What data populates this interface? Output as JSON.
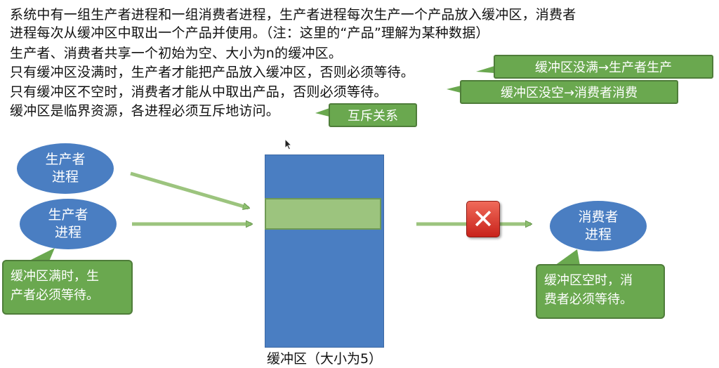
{
  "text": {
    "line1": "系统中有一组生产者进程和一组消费者进程，生产者进程每次生产一个产品放入缓冲区，消费者",
    "line2": "进程每次从缓冲区中取出一个产品并使用。（注：这里的“产品”理解为某种数据）",
    "line3": "生产者、消费者共享一个初始为空、大小为n的缓冲区。",
    "line4": "只有缓冲区没满时，生产者才能把产品放入缓冲区，否则必须等待。",
    "line5": "只有缓冲区不空时，消费者才能从中取出产品，否则必须等待。",
    "line6": "缓冲区是临界资源，各进程必须互斥地访问。"
  },
  "callouts": {
    "not_full": "缓冲区没满→生产者生产",
    "not_empty": "缓冲区没空→消费者消费",
    "mutex": "互斥关系"
  },
  "diagram": {
    "producer1": "生产者\n进程",
    "producer2": "生产者\n进程",
    "consumer": "消费者\n进程",
    "producer_note": "缓冲区满时，生\n产者必须等待。",
    "consumer_note": "缓冲区空时，消\n费者必须等待。",
    "buffer_label": "缓冲区（大小为5）",
    "x_icon": "close-icon",
    "colors": {
      "process_blue": "#4a7ec2",
      "callout_green": "#6aa84f",
      "slot_green": "#9cc47e",
      "x_red": "#d93a2b"
    }
  }
}
